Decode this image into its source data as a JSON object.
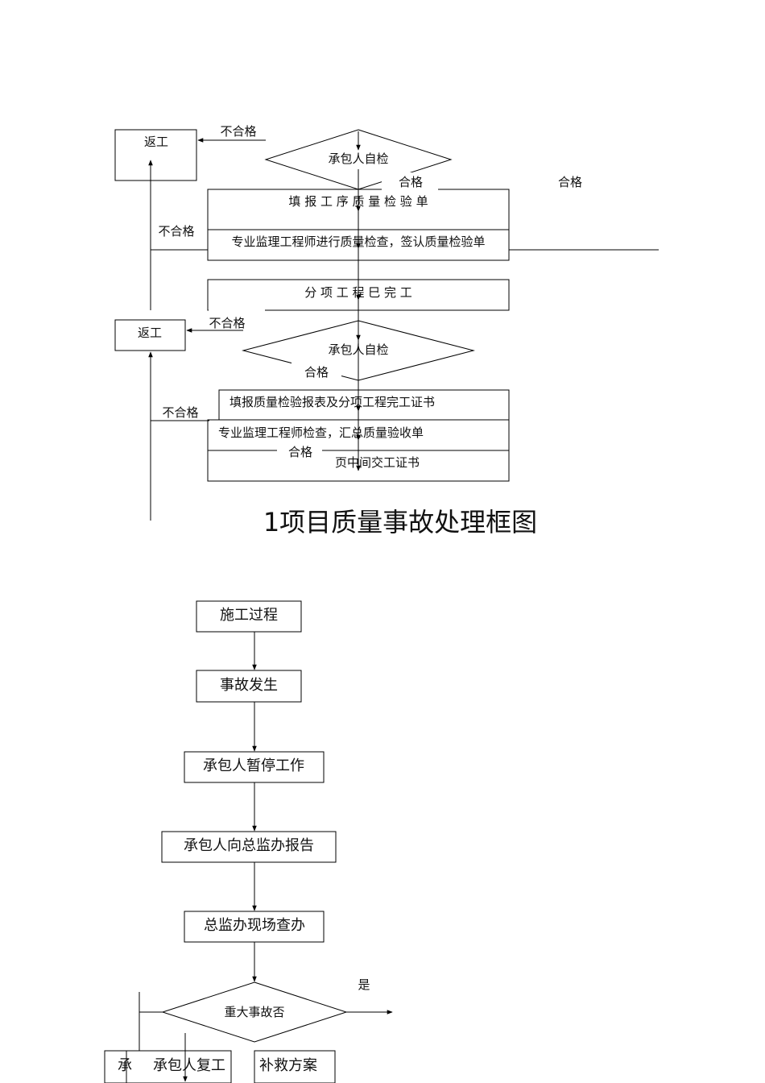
{
  "diagram_top": {
    "rework_1": "返工",
    "rework_2": "返工",
    "fail_1": "不合格",
    "fail_2": "不合格",
    "fail_3": "不合格",
    "fail_4": "不合格",
    "self_check_1": "承包人自检",
    "self_check_2": "承包人自检",
    "pass_1": "合格",
    "pass_2": "合格",
    "pass_3": "合格",
    "pass_4": "合格",
    "fill_process_form": "填 报 工 序 质 量 检 验 单",
    "engineer_check_sign": "专业监理工程师进行质量检查，签认质量检验单",
    "subitem_done": "分 项 工 程 巳 完 工",
    "fill_report_certificate": "填报质量检验报表及分项工程完工证书",
    "engineer_check_summary": "专业监理工程师检查，汇总质量验收单",
    "interim_handover": "页中间交工证书"
  },
  "section_title": "1项目质量事故处理框图",
  "diagram_bottom": {
    "construction_process": "施工过程",
    "accident_occurs": "事故发生",
    "contractor_pause": "承包人暂停工作",
    "contractor_report": "承包人向总监办报告",
    "chief_site_check": "总监办现场查办",
    "major_accident_q": "重大事故否",
    "yes_label": "是",
    "resume_partial": "承",
    "contractor_resume": "承包人复工",
    "remedy_plan": "补救方案"
  }
}
